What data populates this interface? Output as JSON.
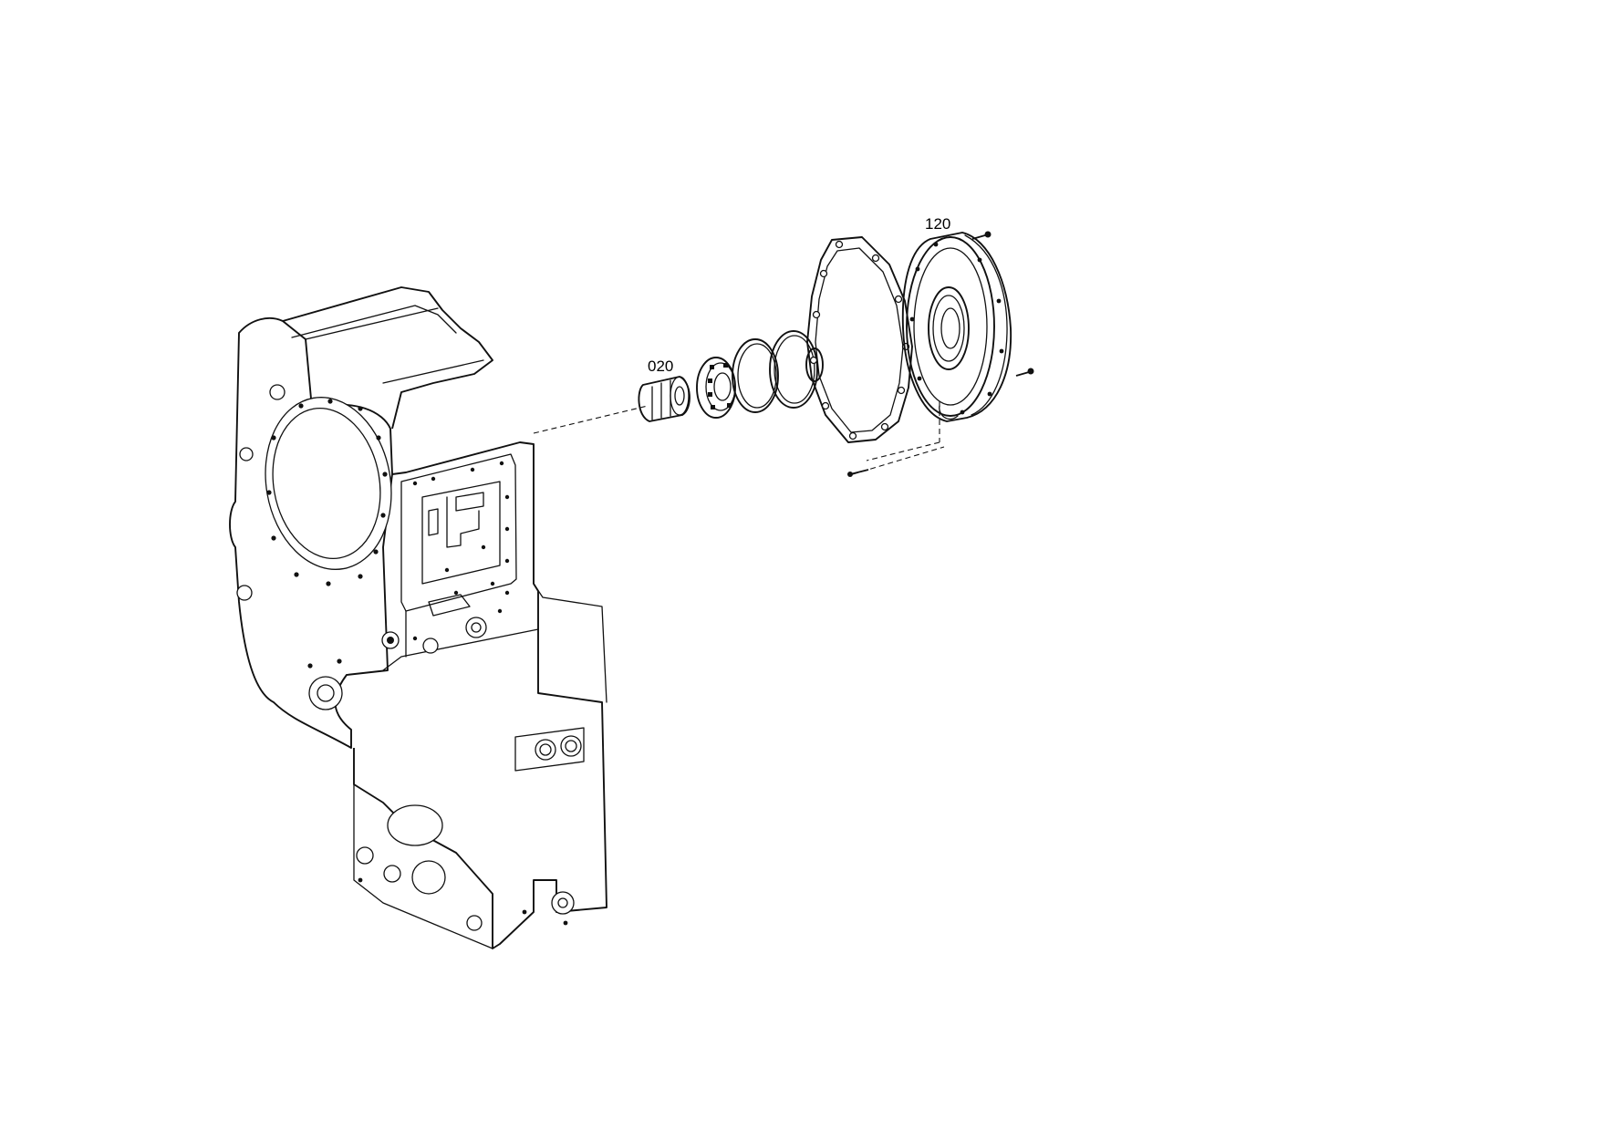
{
  "callouts": [
    {
      "id": "020",
      "label": "020"
    },
    {
      "id": "120",
      "label": "120"
    }
  ]
}
